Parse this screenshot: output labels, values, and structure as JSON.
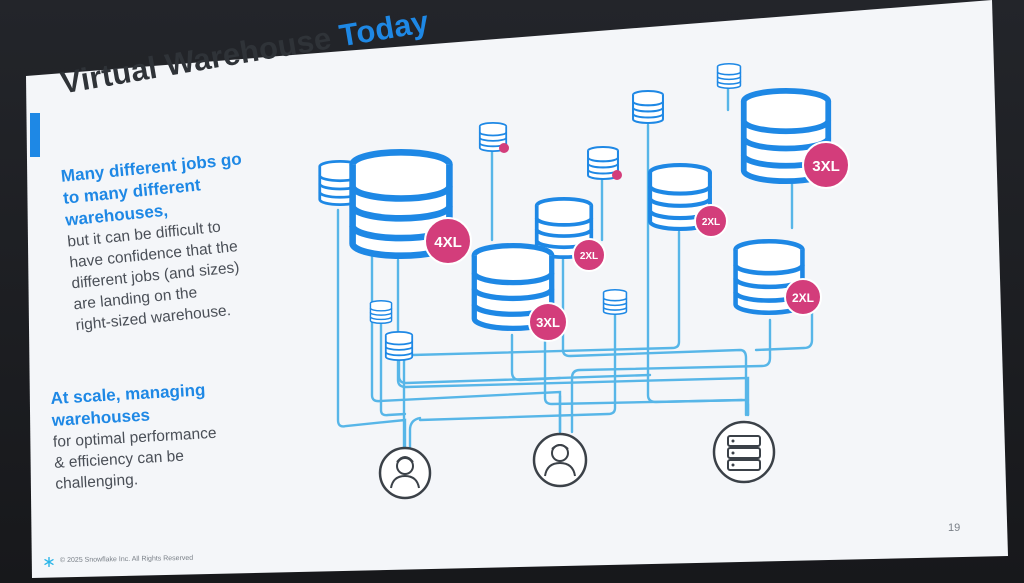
{
  "slide": {
    "title_main": "Virtual Warehouse ",
    "title_highlight": "Today",
    "block1_bold": [
      "Many different jobs go",
      "to many different",
      "warehouses,"
    ],
    "block1_body": [
      "but it can be difficult to",
      "have confidence that the",
      "different jobs (and sizes)",
      "are landing on the",
      "right-sized warehouse."
    ],
    "block2_bold": [
      "At scale, managing",
      "warehouses"
    ],
    "block2_body": [
      "for optimal performance",
      "& efficiency can be",
      "challenging."
    ],
    "footer": "© 2025 Snowflake Inc. All Rights Reserved",
    "page_number": "19"
  },
  "warehouses": [
    {
      "label": "4XL"
    },
    {
      "label": "3XL"
    },
    {
      "label": "2XL"
    },
    {
      "label": "2XL"
    },
    {
      "label": "3XL"
    },
    {
      "label": "2XL"
    }
  ],
  "colors": {
    "accent": "#1e88e5",
    "badge": "#d33d7b",
    "line": "#57b6e8",
    "text": "#4a4f57"
  },
  "icons": [
    "database-icon",
    "user-icon",
    "server-icon",
    "snowflake-icon"
  ]
}
